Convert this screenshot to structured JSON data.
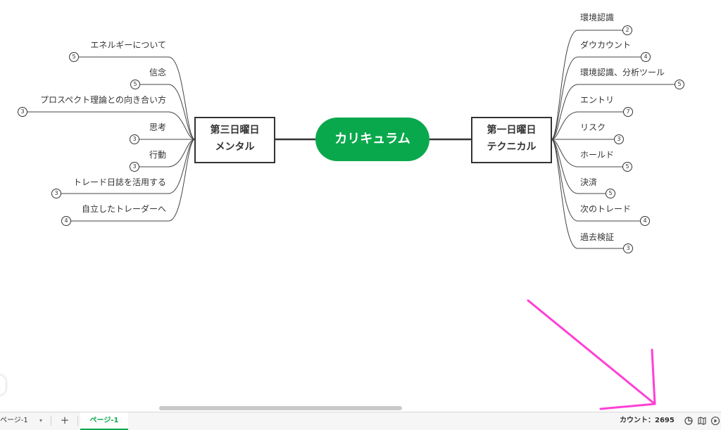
{
  "mindmap": {
    "center": "カリキュラム",
    "right_branch": {
      "line1": "第一日曜日",
      "line2": "テクニカル"
    },
    "left_branch": {
      "line1": "第三日曜日",
      "line2": "メンタル"
    },
    "right_topics": [
      {
        "label": "環境認識",
        "count": "2"
      },
      {
        "label": "ダウカウント",
        "count": "4"
      },
      {
        "label": "環境認識、分析ツール",
        "count": "5"
      },
      {
        "label": "エントリ",
        "count": "7"
      },
      {
        "label": "リスク",
        "count": "3"
      },
      {
        "label": "ホールド",
        "count": "5"
      },
      {
        "label": "決済",
        "count": "5"
      },
      {
        "label": "次のトレード",
        "count": "4"
      },
      {
        "label": "過去検証",
        "count": "3"
      }
    ],
    "left_topics": [
      {
        "label": "エネルギーについて",
        "count": "5"
      },
      {
        "label": "信念",
        "count": "5"
      },
      {
        "label": "プロスペクト理論との向き合い方",
        "count": "3"
      },
      {
        "label": "思考",
        "count": "3"
      },
      {
        "label": "行動",
        "count": "3"
      },
      {
        "label": "トレード日誌を活用する",
        "count": "3"
      },
      {
        "label": "自立したトレーダーへ",
        "count": "4"
      }
    ]
  },
  "bottom_bar": {
    "sheet_select": "ページ-1",
    "add_sheet": "+",
    "active_tab": "ページ-1",
    "count_label": "カウント：",
    "count_value": "2695"
  },
  "annotation": {
    "arrow_color": "#ff3fd6"
  },
  "colors": {
    "accent": "#0aa84c",
    "line": "#333333"
  }
}
